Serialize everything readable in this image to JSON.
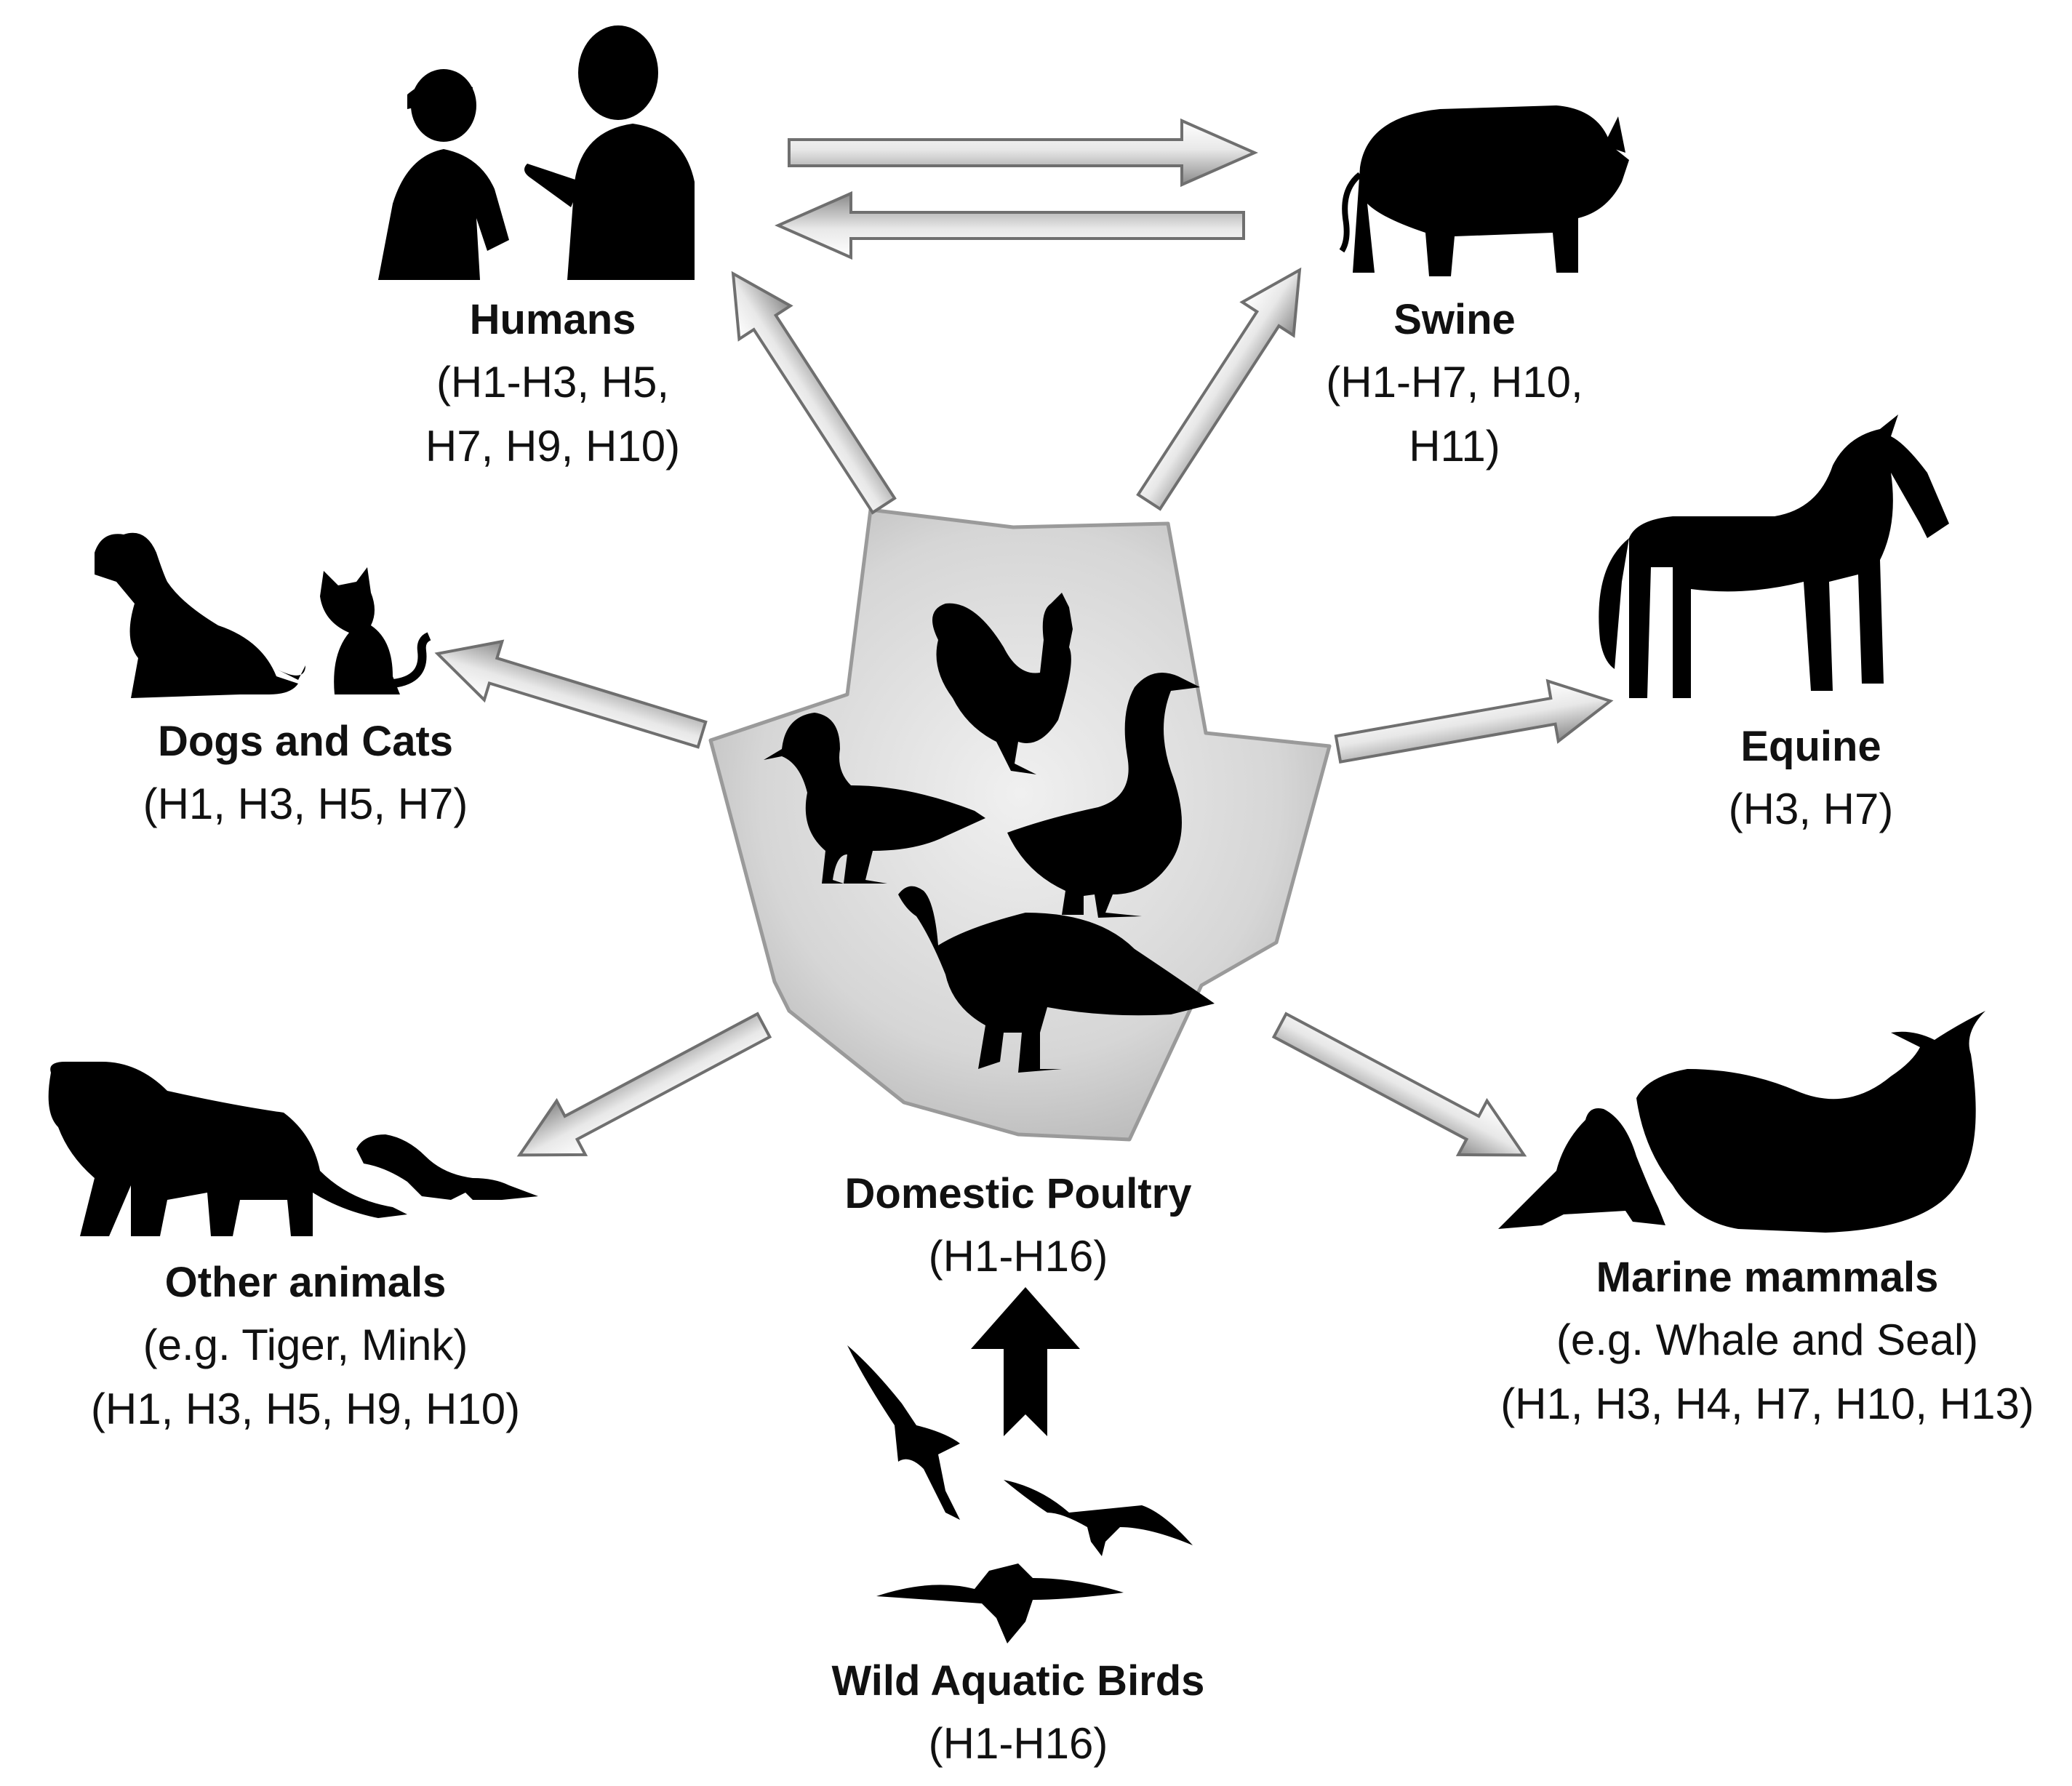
{
  "diagram": {
    "center": {
      "title": "Domestic Poultry",
      "subtypes": "(H1-H16)"
    },
    "source": {
      "title": "Wild Aquatic Birds",
      "subtypes": "(H1-H16)"
    },
    "hosts": {
      "humans": {
        "title": "Humans",
        "line1": "(H1-H3, H5,",
        "line2": "H7, H9, H10)"
      },
      "swine": {
        "title": "Swine",
        "line1": "(H1-H7, H10,",
        "line2": "H11)"
      },
      "equine": {
        "title": "Equine",
        "line1": "(H3, H7)"
      },
      "dogs_cats": {
        "title": "Dogs and Cats",
        "line1": "(H1, H3, H5, H7)"
      },
      "other": {
        "title": "Other animals",
        "line1": "(e.g. Tiger, Mink)",
        "line2": "(H1, H3, H5, H9, H10)"
      },
      "marine": {
        "title": "Marine mammals",
        "line1": "(e.g. Whale and Seal)",
        "line2": "(H1, H3, H4, H7, H10, H13)"
      }
    },
    "icons": [
      "humans-icon",
      "pig-icon",
      "horse-icon",
      "dog-icon",
      "cat-icon",
      "chicken-icon",
      "duck-icon",
      "goose-icon",
      "turkey-icon",
      "tiger-icon",
      "mink-icon",
      "seal-icon",
      "whale-icon",
      "seagull-icon"
    ],
    "colors": {
      "silhouette": "#000000",
      "star_fill": "#dcdcdc",
      "arrow_light": "#f5f5f5",
      "arrow_dark": "#8a8a8a"
    }
  }
}
